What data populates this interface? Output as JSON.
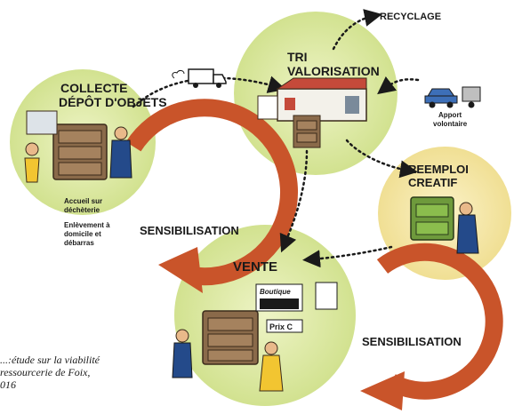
{
  "stages": {
    "collecte": {
      "line1": "COLLECTE",
      "line2": "DÉPÔT D'OBJETS"
    },
    "tri": {
      "line1": "TRI",
      "line2": "VALORISATION"
    },
    "reemploi": {
      "line1": "REEMPLOI",
      "line2": "CREATIF"
    },
    "vente": {
      "line1": "VENTE"
    }
  },
  "labels": {
    "recyclage": "RECYCLAGE",
    "apport_1": "Apport",
    "apport_2": "volontaire",
    "accueil_1": "Accueil sur",
    "accueil_2": "déchèterie",
    "enlevement_1": "Enlèvement à",
    "enlevement_2": "domicile et",
    "enlevement_3": "débarras",
    "sensibilisation_1": "SENSIBILISATION",
    "sensibilisation_2": "SENSIBILISATION",
    "boutique": "Boutique",
    "prix": "Prix C"
  },
  "caption": {
    "line1": "...:étude sur la viabilité",
    "line2": "ressourcerie de Foix,",
    "line3": "016"
  },
  "colors": {
    "circle_green": "#d9e89a",
    "circle_yellow": "#f3e6a3",
    "arrow_orange": "#c9542a",
    "furniture": "#8a6a4a"
  }
}
